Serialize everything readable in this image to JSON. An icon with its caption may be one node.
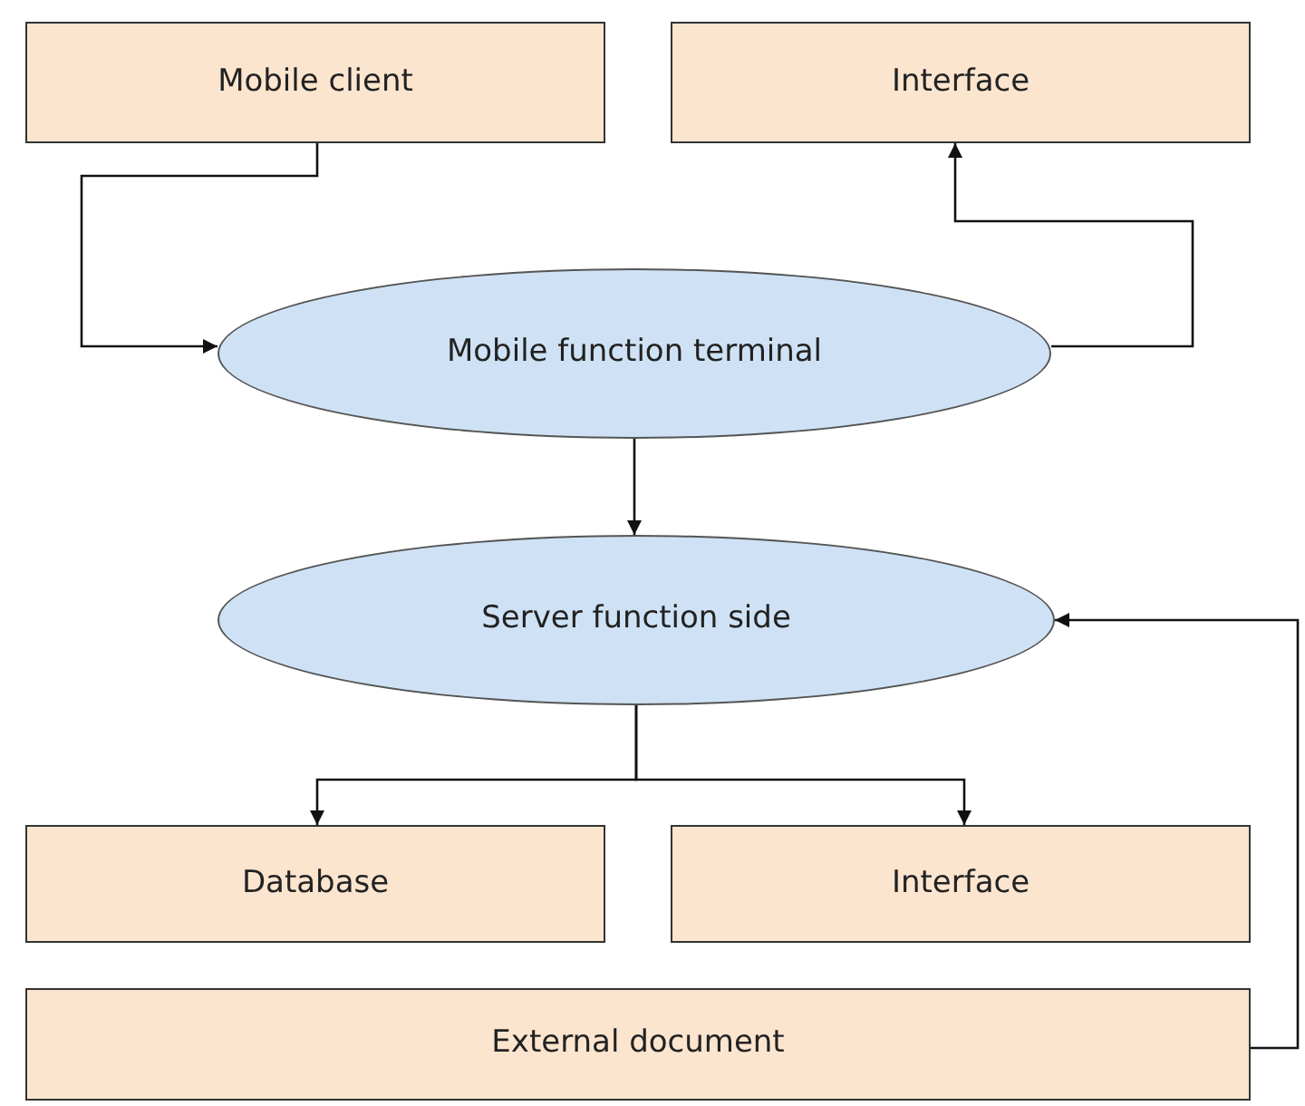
{
  "diagram": {
    "nodes": [
      {
        "text": [
          "Mobile client"
        ]
      },
      {
        "text": [
          "Interface"
        ]
      },
      {
        "text": [
          "Mobile function terminal"
        ]
      },
      {
        "text": [
          "Server function side"
        ]
      },
      {
        "text": [
          "Database"
        ]
      },
      {
        "text": [
          "Interface"
        ]
      },
      {
        "text": [
          "External document"
        ]
      }
    ],
    "edges": [
      {
        "from": 0,
        "to": 2,
        "arrow": "to"
      },
      {
        "from": 2,
        "to": 1,
        "arrow": "to"
      },
      {
        "from": 2,
        "to": 3,
        "arrow": "to"
      },
      {
        "from": 3,
        "to": 4,
        "arrow": "to"
      },
      {
        "from": 3,
        "to": 5,
        "arrow": "to"
      },
      {
        "from": 6,
        "to": 3,
        "arrow": "to"
      }
    ]
  }
}
